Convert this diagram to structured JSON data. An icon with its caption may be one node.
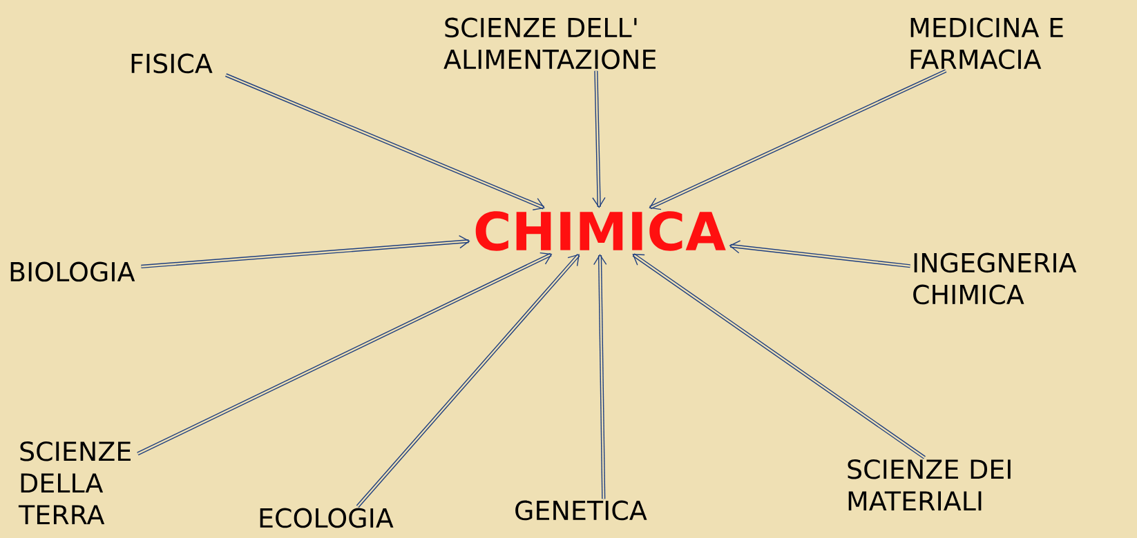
{
  "diagram": {
    "nodes": [
      {
        "text": [
          "CHIMICA"
        ]
      },
      {
        "text": [
          "FISICA"
        ]
      },
      {
        "text": [
          "SCIENZE DELL' ALIMENTAZIONE"
        ]
      },
      {
        "text": [
          "MEDICINA E FARMACIA"
        ]
      },
      {
        "text": [
          "BIOLOGIA"
        ]
      },
      {
        "text": [
          "INGEGNERIA CHIMICA"
        ]
      },
      {
        "text": [
          "SCIENZE DELLA TERRA"
        ]
      },
      {
        "text": [
          "ECOLOGIA"
        ]
      },
      {
        "text": [
          "GENETICA"
        ]
      },
      {
        "text": [
          "SCIENZE DEI MATERIALI"
        ]
      }
    ],
    "edges": [
      {
        "from": 1,
        "to": 0,
        "arrow": "to"
      },
      {
        "from": 2,
        "to": 0,
        "arrow": "to"
      },
      {
        "from": 3,
        "to": 0,
        "arrow": "to"
      },
      {
        "from": 4,
        "to": 0,
        "arrow": "to"
      },
      {
        "from": 5,
        "to": 0,
        "arrow": "to"
      },
      {
        "from": 6,
        "to": 0,
        "arrow": "to"
      },
      {
        "from": 7,
        "to": 0,
        "arrow": "to"
      },
      {
        "from": 8,
        "to": 0,
        "arrow": "to"
      },
      {
        "from": 9,
        "to": 0,
        "arrow": "to"
      }
    ]
  }
}
